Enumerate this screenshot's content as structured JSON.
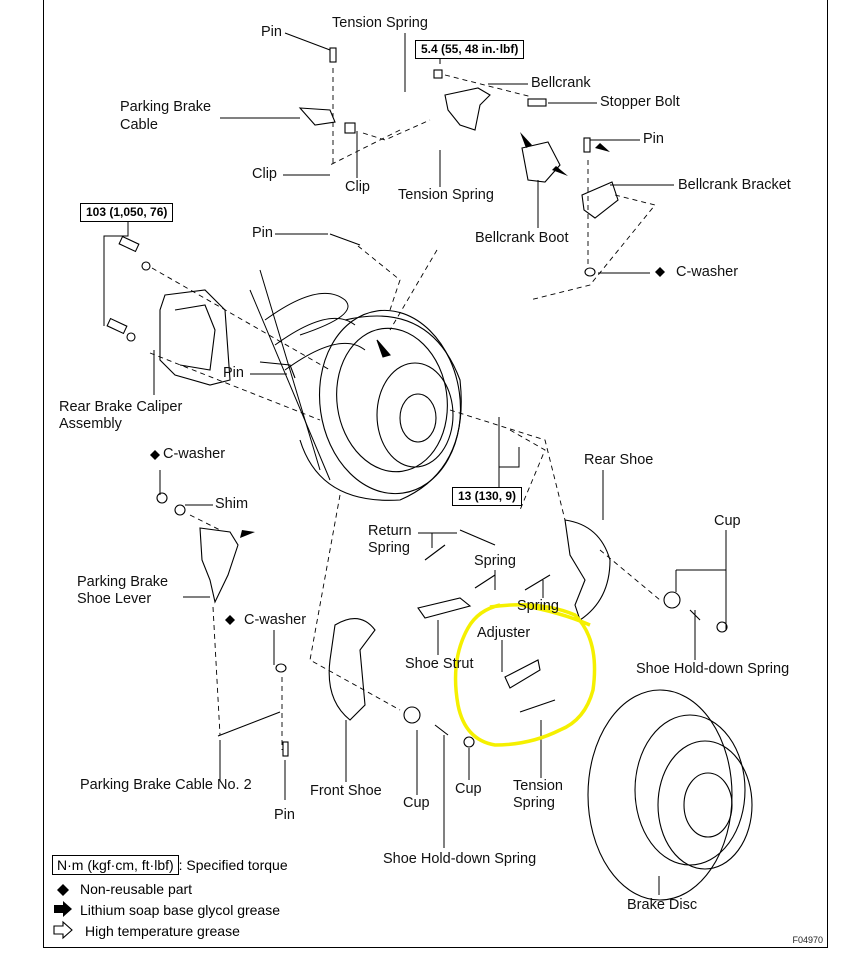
{
  "diagram": {
    "title": "Rear brake exploded view",
    "figure_id": "F04970",
    "highlight_color": "#f5f000",
    "labels": {
      "pin_top": "Pin",
      "tension_spring_top": "Tension Spring",
      "parking_brake_cable_1": "Parking Brake",
      "parking_brake_cable_2": "Cable",
      "clip_left": "Clip",
      "clip_right": "Clip",
      "tension_spring_mid": "Tension Spring",
      "bellcrank": "Bellcrank",
      "stopper_bolt": "Stopper Bolt",
      "pin_right": "Pin",
      "bellcrank_bracket": "Bellcrank Bracket",
      "bellcrank_boot": "Bellcrank Boot",
      "c_washer_top": "C-washer",
      "pin_mid": "Pin",
      "pin_caliper": "Pin",
      "rear_brake_caliper_1": "Rear Brake Caliper",
      "rear_brake_caliper_2": "Assembly",
      "c_washer_left": "C-washer",
      "shim": "Shim",
      "parking_brake_shoe_lever_1": "Parking Brake",
      "parking_brake_shoe_lever_2": "Shoe Lever",
      "c_washer_bottom": "C-washer",
      "parking_brake_cable_no2": "Parking Brake Cable No. 2",
      "pin_bottom": "Pin",
      "return_spring_1": "Return",
      "return_spring_2": "Spring",
      "spring_1": "Spring",
      "spring_2": "Spring",
      "shoe_strut": "Shoe Strut",
      "adjuster": "Adjuster",
      "front_shoe": "Front Shoe",
      "cup_front": "Cup",
      "cup_mid": "Cup",
      "tension_spring_bottom_1": "Tension",
      "tension_spring_bottom_2": "Spring",
      "shoe_holddown_spring_bottom": "Shoe Hold-down Spring",
      "rear_shoe": "Rear Shoe",
      "cup_right": "Cup",
      "shoe_holddown_spring_right": "Shoe Hold-down Spring",
      "brake_disc": "Brake Disc"
    },
    "torques": {
      "bellcrank_nut": "5.4 (55, 48 in.·lbf)",
      "caliper_bolt": "103 (1,050, 76)",
      "hub_bolt": "13 (130, 9)"
    }
  },
  "legend": {
    "torque_box": "N·m (kgf·cm, ft·lbf)",
    "torque_desc": ": Specified torque",
    "non_reusable": "Non-reusable  part",
    "lithium_grease": "Lithium soap base glycol grease",
    "high_temp_grease": "High temperature grease"
  }
}
